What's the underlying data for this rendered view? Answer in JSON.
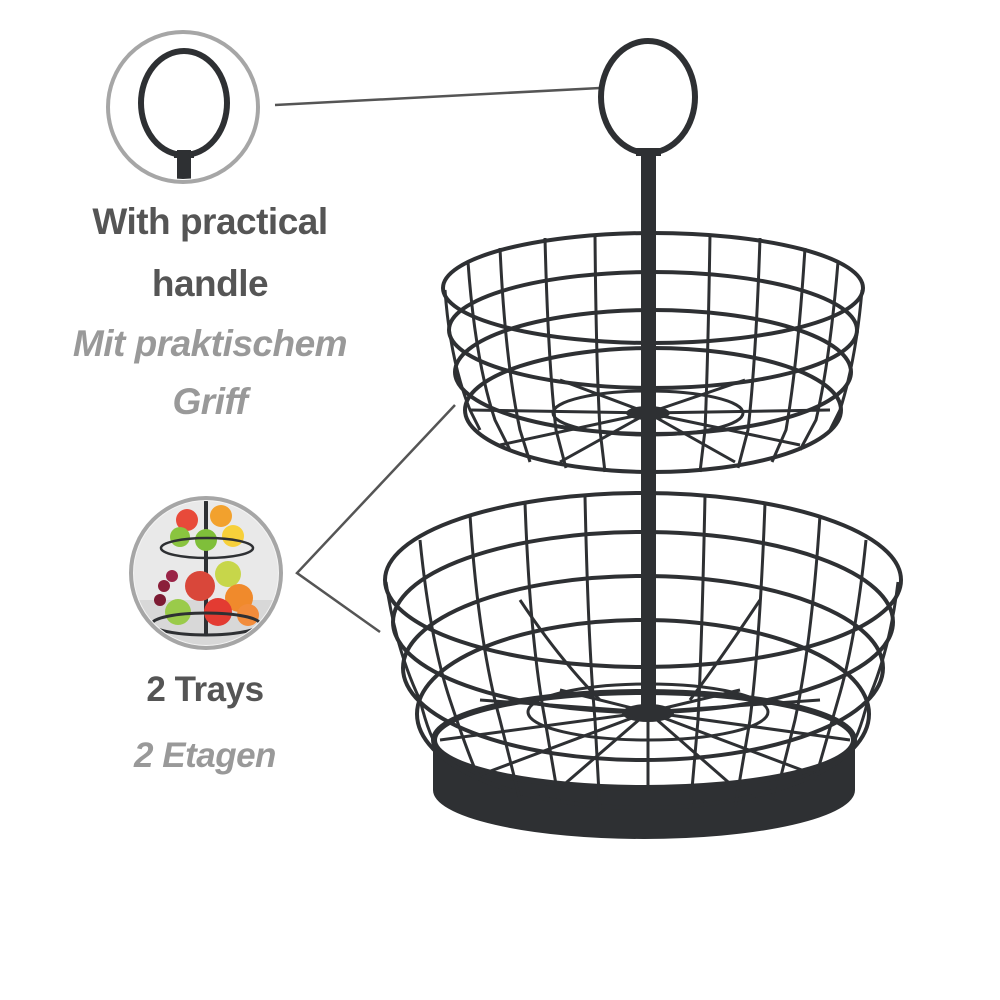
{
  "features": [
    {
      "title_en_lines": [
        "With practical",
        "handle"
      ],
      "title_de_lines": [
        "Mit praktischem",
        "Griff"
      ],
      "inset_icon": "handle-ring-icon"
    },
    {
      "title_en_lines": [
        "2 Trays"
      ],
      "title_de_lines": [
        "2 Etagen"
      ],
      "inset_icon": "fruit-basket-photo-icon"
    }
  ],
  "colors": {
    "metal": "#2e3033",
    "circle_border": "#a6a6a6",
    "text_primary": "#555555",
    "text_secondary": "#999999"
  }
}
